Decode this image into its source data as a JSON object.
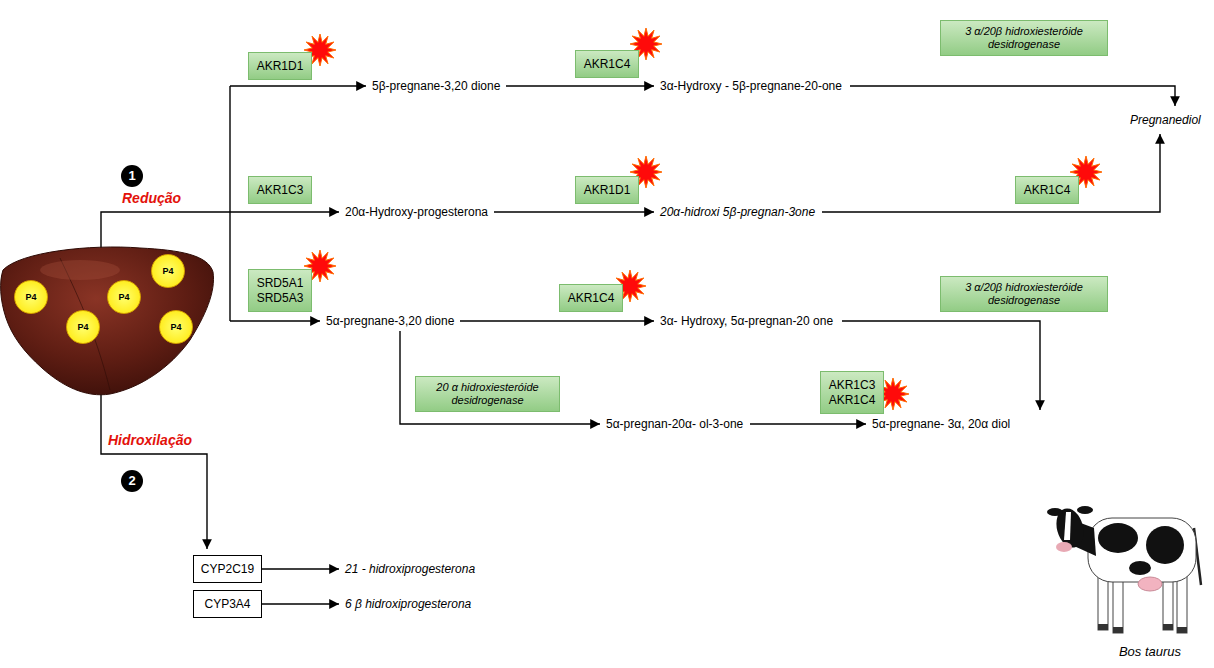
{
  "diagram": {
    "nodes": [
      {
        "text": [
          "AKR1D1"
        ]
      },
      {
        "text": [
          "AKR1C4"
        ]
      },
      {
        "text": [
          "3 α/20β hidroxiesteróide desidrogenase"
        ]
      },
      {
        "text": [
          "AKR1C3"
        ]
      },
      {
        "text": [
          "AKR1D1"
        ]
      },
      {
        "text": [
          "AKR1C4"
        ]
      },
      {
        "text": [
          "SRD5A1 SRD5A3"
        ]
      },
      {
        "text": [
          "AKR1C4"
        ]
      },
      {
        "text": [
          "3 α/20β hidroxiesteróide desidrogenase"
        ]
      },
      {
        "text": [
          "20 α hidroxiesteróide desidrogenase"
        ]
      },
      {
        "text": [
          "AKR1C3 AKR1C4"
        ]
      },
      {
        "text": [
          "P4"
        ]
      },
      {
        "text": [
          "P4"
        ]
      },
      {
        "text": [
          "P4"
        ]
      },
      {
        "text": [
          "P4"
        ]
      },
      {
        "text": [
          "P4"
        ]
      },
      {
        "text": [
          "CYP2C19"
        ]
      },
      {
        "text": [
          "CYP3A4"
        ]
      }
    ],
    "labels": [
      "1",
      "Redução",
      "5β-pregnane-3,20 dione",
      "3α-Hydroxy - 5β-pregnane-20-one",
      "Pregnanediol",
      "20α-Hydroxy-progesterona",
      "20α-hidroxi 5β-pregnan-3one",
      "5α-pregnane-3,20 dione",
      "3α- Hydroxy, 5α-pregnan-20 one",
      "5α-pregnan-20α- ol-3-one",
      "5α-pregnane- 3α, 20α diol",
      "2",
      "Hidroxilação",
      "21 - hidroxiprogesterona",
      "6 β hidroxiprogesterona",
      "Bos taurus"
    ]
  }
}
